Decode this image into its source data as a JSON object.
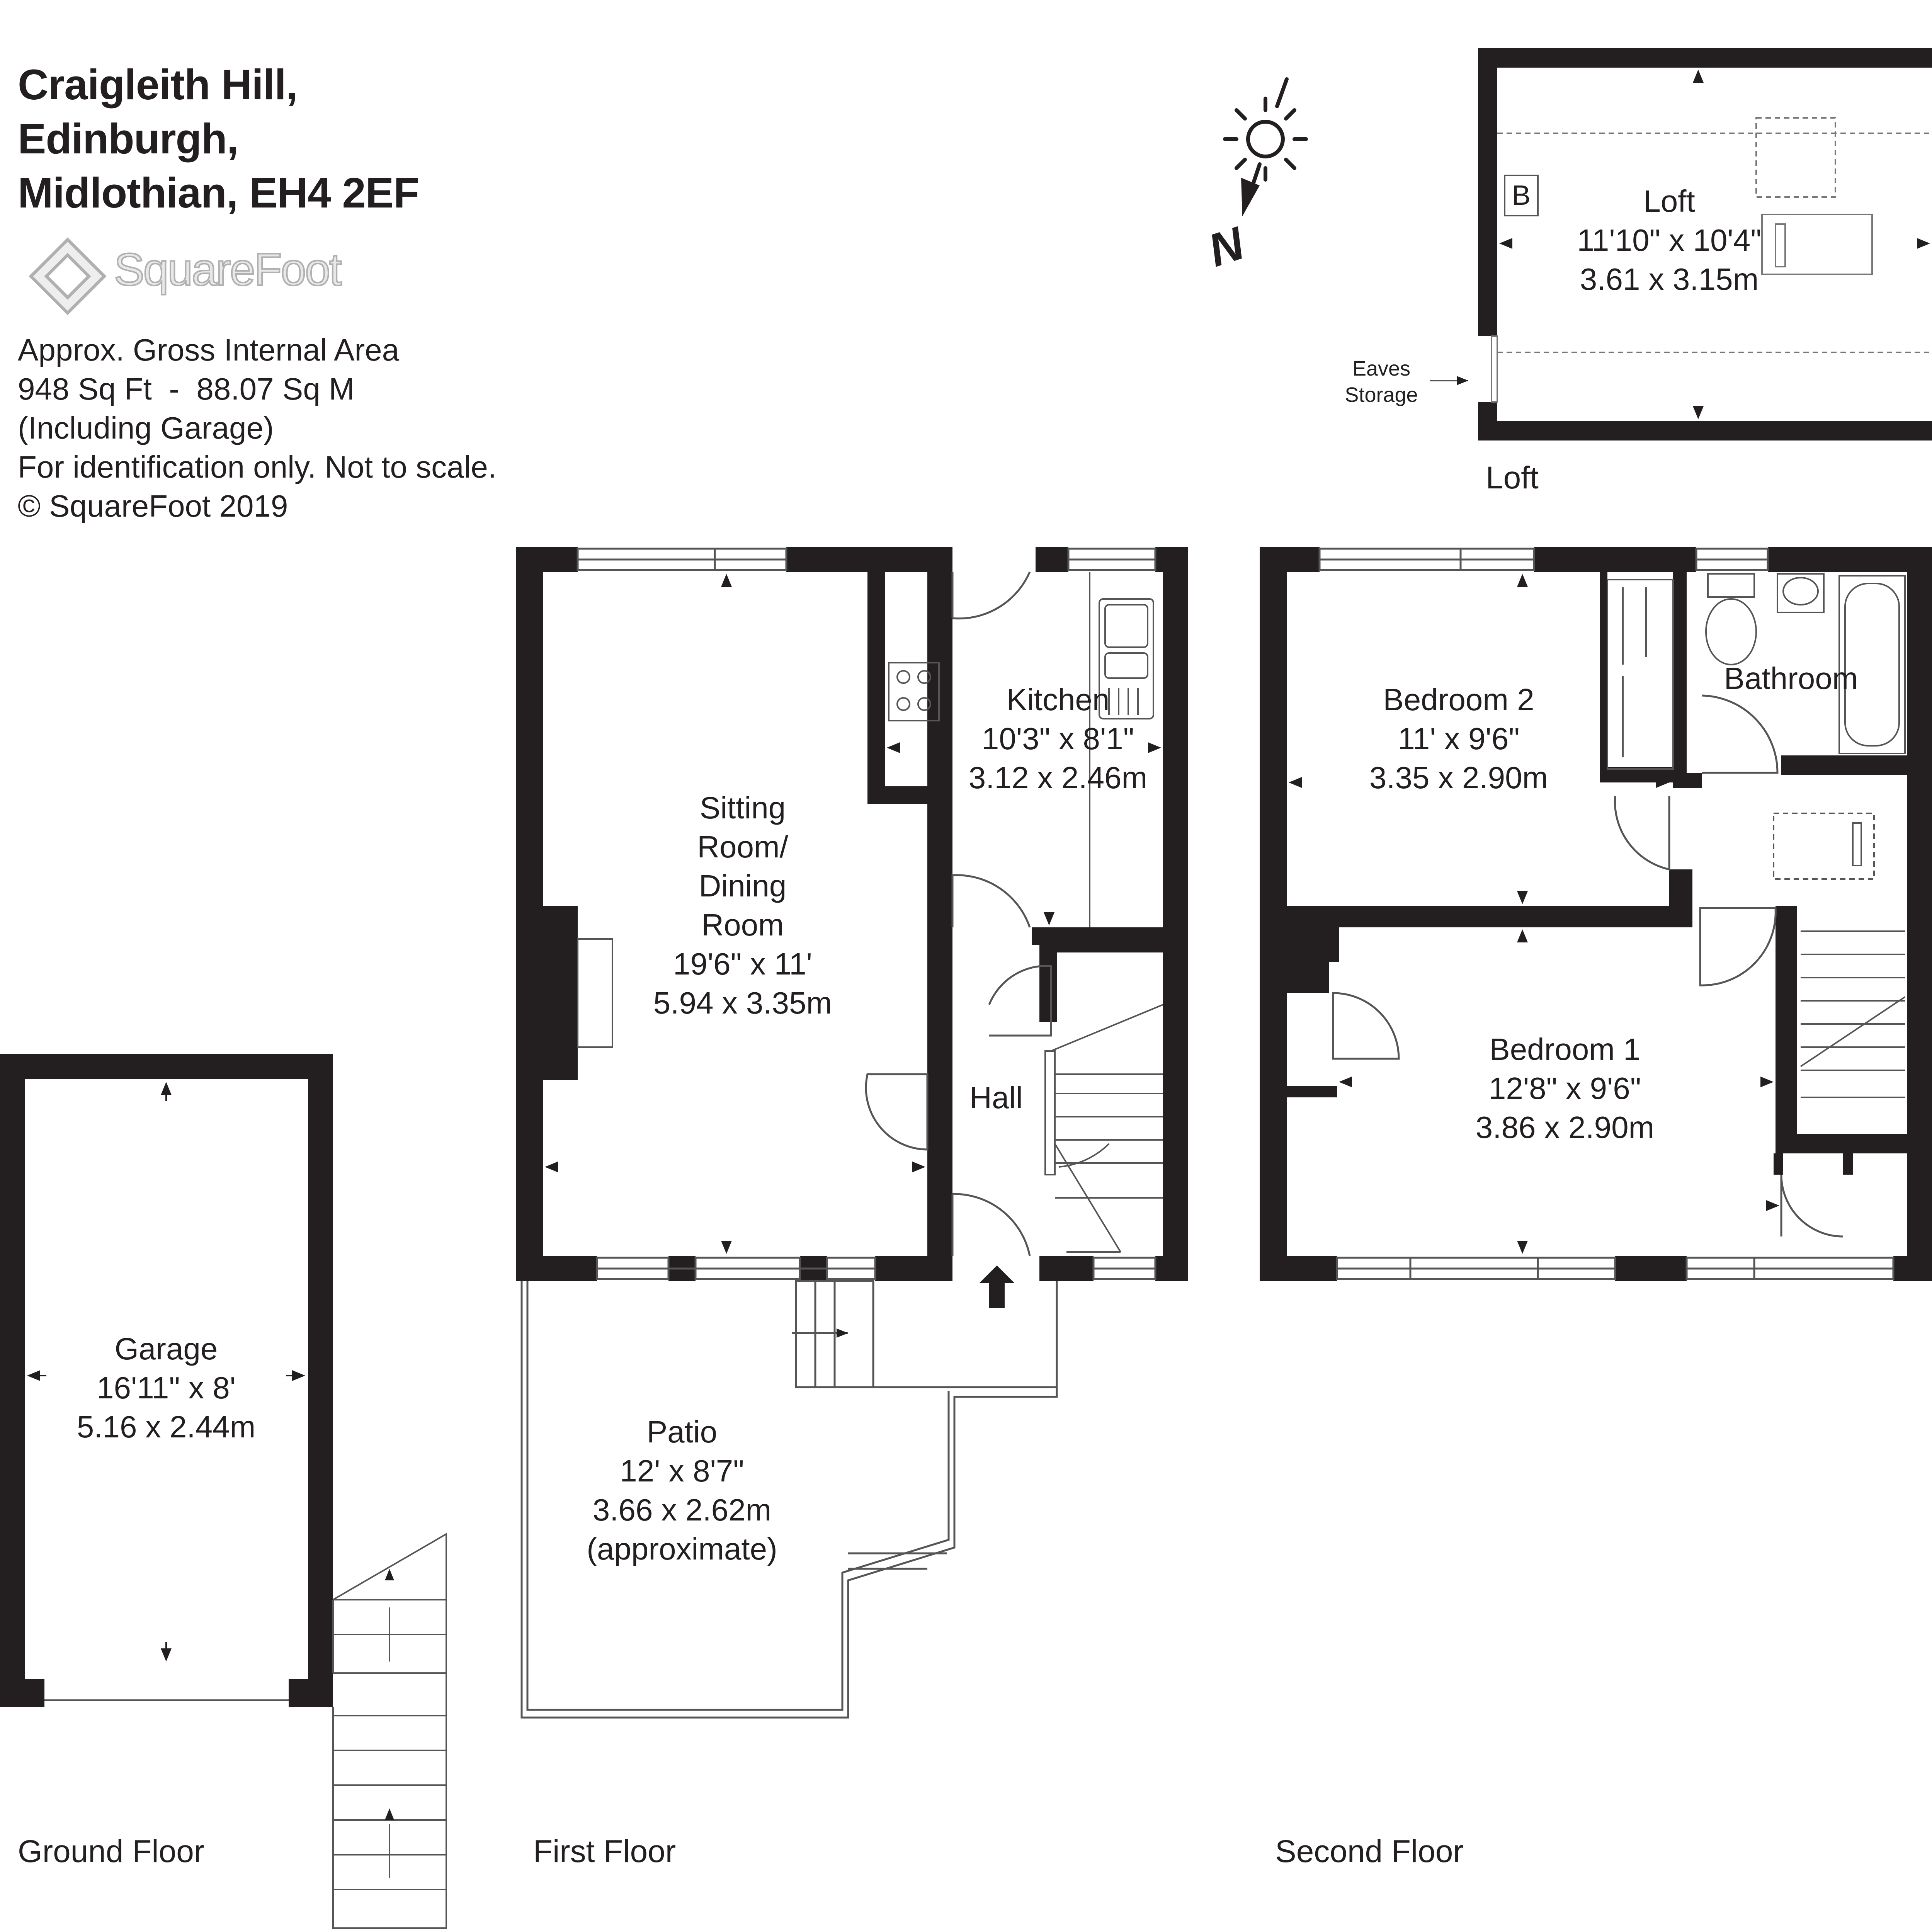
{
  "address": {
    "line1": "Craigleith Hill,",
    "line2": "Edinburgh,",
    "line3": "Midlothian, EH4 2EF"
  },
  "brand": {
    "name": "SquareFoot",
    "logo_icon": "squarefoot-diamond-logo-icon"
  },
  "info": {
    "line1": "Approx. Gross Internal Area",
    "line2": "948 Sq Ft  -  88.07 Sq M",
    "line3": "(Including Garage)",
    "line4": "For identification only. Not to scale.",
    "line5": "© SquareFoot 2019"
  },
  "compass": {
    "label": "N",
    "icon": "sun-compass-icon"
  },
  "floors": {
    "ground": "Ground Floor",
    "first": "First Floor",
    "second": "Second Floor",
    "loft": "Loft"
  },
  "rooms": {
    "garage": {
      "name": "Garage",
      "imperial": "16'11\" x 8'",
      "metric": "5.16 x 2.44m"
    },
    "sitting": {
      "name1": "Sitting",
      "name2": "Room/",
      "name3": "Dining",
      "name4": "Room",
      "imperial": "19'6\" x 11'",
      "metric": "5.94 x 3.35m"
    },
    "kitchen": {
      "name": "Kitchen",
      "imperial": "10'3\" x 8'1\"",
      "metric": "3.12 x 2.46m"
    },
    "hall": {
      "name": "Hall"
    },
    "patio": {
      "name": "Patio",
      "imperial": "12' x 8'7\"",
      "metric": "3.66 x 2.62m",
      "note": "(approximate)"
    },
    "bedroom2": {
      "name": "Bedroom 2",
      "imperial": "11' x 9'6\"",
      "metric": "3.35 x 2.90m"
    },
    "bathroom": {
      "name": "Bathroom"
    },
    "bedroom1": {
      "name": "Bedroom 1",
      "imperial": "12'8\" x 9'6\"",
      "metric": "3.86 x 2.90m"
    },
    "loft": {
      "name": "Loft",
      "imperial": "11'10\" x 10'4\"",
      "metric": "3.61 x 3.15m"
    }
  },
  "eaves": {
    "line1": "Eaves",
    "line2": "Storage"
  },
  "boiler_label": "B",
  "colors": {
    "wall": "#231f20",
    "line": "#555555",
    "logo_grey": "#b0b0b0"
  }
}
